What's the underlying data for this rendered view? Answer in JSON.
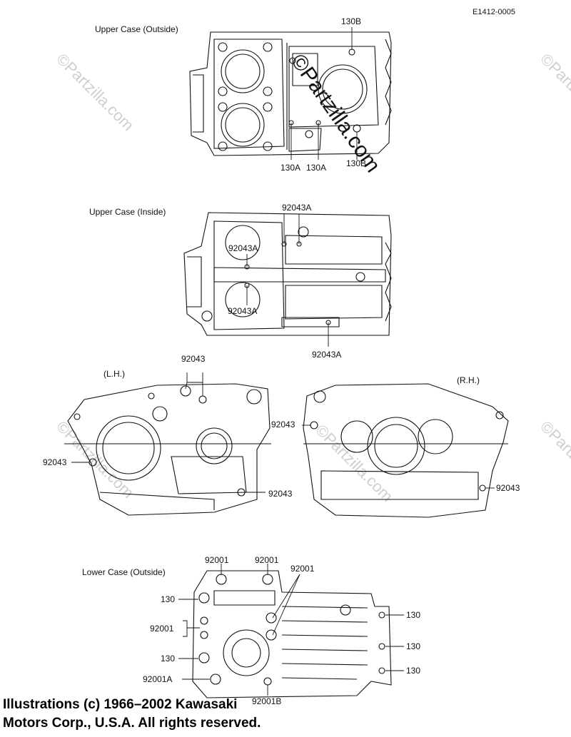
{
  "diagram_code": "E1412-0005",
  "views": {
    "upper_outside": {
      "title": "Upper Case (Outside)",
      "labels": [
        "130B",
        "130A",
        "130A",
        "130B"
      ]
    },
    "upper_inside": {
      "title": "Upper Case (Inside)",
      "labels": [
        "92043A",
        "92043A",
        "92043A",
        "92043A"
      ]
    },
    "lh": {
      "title": "(L.H.)",
      "labels": [
        "92043",
        "92043",
        "92043"
      ]
    },
    "rh": {
      "title": "(R.H.)",
      "labels": [
        "92043",
        "92043"
      ]
    },
    "lower_outside": {
      "title": "Lower Case (Outside)",
      "labels": [
        "92001",
        "92001",
        "92001",
        "130",
        "92001",
        "130",
        "92001A",
        "92001B",
        "130",
        "130",
        "130"
      ]
    }
  },
  "watermark": "©Partzilla.com",
  "copyright": {
    "line1": "Illustrations (c) 1966–2002 Kawasaki",
    "line2": "Motors Corp., U.S.A.  All rights reserved."
  }
}
